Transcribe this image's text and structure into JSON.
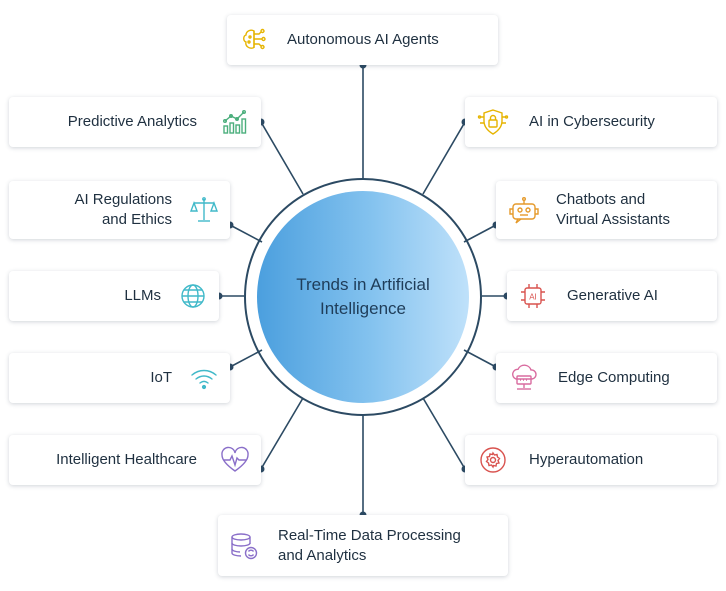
{
  "title": "Trends in Artificial Intelligence",
  "trends": {
    "autonomous_agents": "Autonomous AI Agents",
    "predictive_analytics": "Predictive Analytics",
    "ai_regulations": "AI Regulations\nand Ethics",
    "llms": "LLMs",
    "iot": "IoT",
    "intelligent_healthcare": "Intelligent Healthcare",
    "realtime_data": "Real-Time Data Processing\nand Analytics",
    "cybersecurity": "AI in Cybersecurity",
    "chatbots": "Chatbots and\nVirtual Assistants",
    "generative_ai": "Generative AI",
    "edge_computing": "Edge Computing",
    "hyperautomation": "Hyperautomation"
  },
  "colors": {
    "line": "#2c4a63",
    "hub_gradient_start": "#4b9fde",
    "hub_gradient_end": "#bfe1fa",
    "icon_yellow": "#e6b400",
    "icon_green": "#4caf7d",
    "icon_teal": "#40b9c9",
    "icon_purple": "#8a6fc9",
    "icon_orange": "#e59a2b",
    "icon_pink": "#d96b9f",
    "icon_red": "#d9534f"
  },
  "icons": {
    "autonomous_agents": "brain-circuit-icon",
    "predictive_analytics": "growth-chart-icon",
    "ai_regulations": "balance-scale-icon",
    "llms": "globe-icon",
    "iot": "wifi-icon",
    "intelligent_healthcare": "heartbeat-icon",
    "realtime_data": "database-sync-icon",
    "cybersecurity": "shield-circuit-icon",
    "chatbots": "robot-chat-icon",
    "generative_ai": "ai-chip-icon",
    "edge_computing": "cloud-server-icon",
    "hyperautomation": "gear-cycle-icon"
  }
}
